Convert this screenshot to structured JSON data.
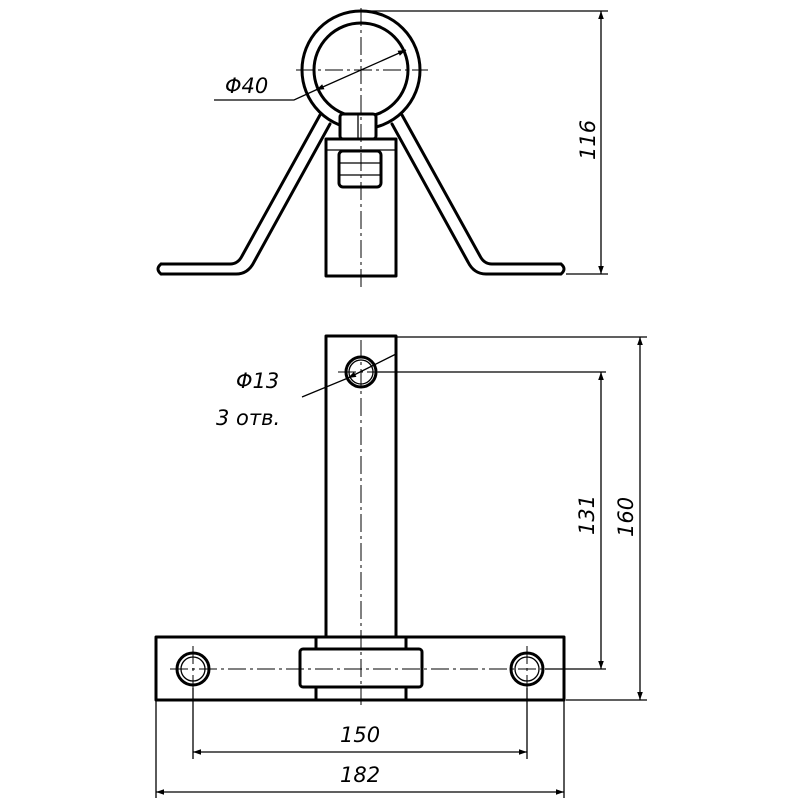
{
  "dimensions": {
    "ring_diameter": "Φ40",
    "height_top": "116",
    "hole_diameter": "Φ13",
    "hole_count": "3 отв.",
    "hole_spacing_vertical": "131",
    "overall_height": "160",
    "base_hole_spacing": "150",
    "base_width": "182"
  }
}
